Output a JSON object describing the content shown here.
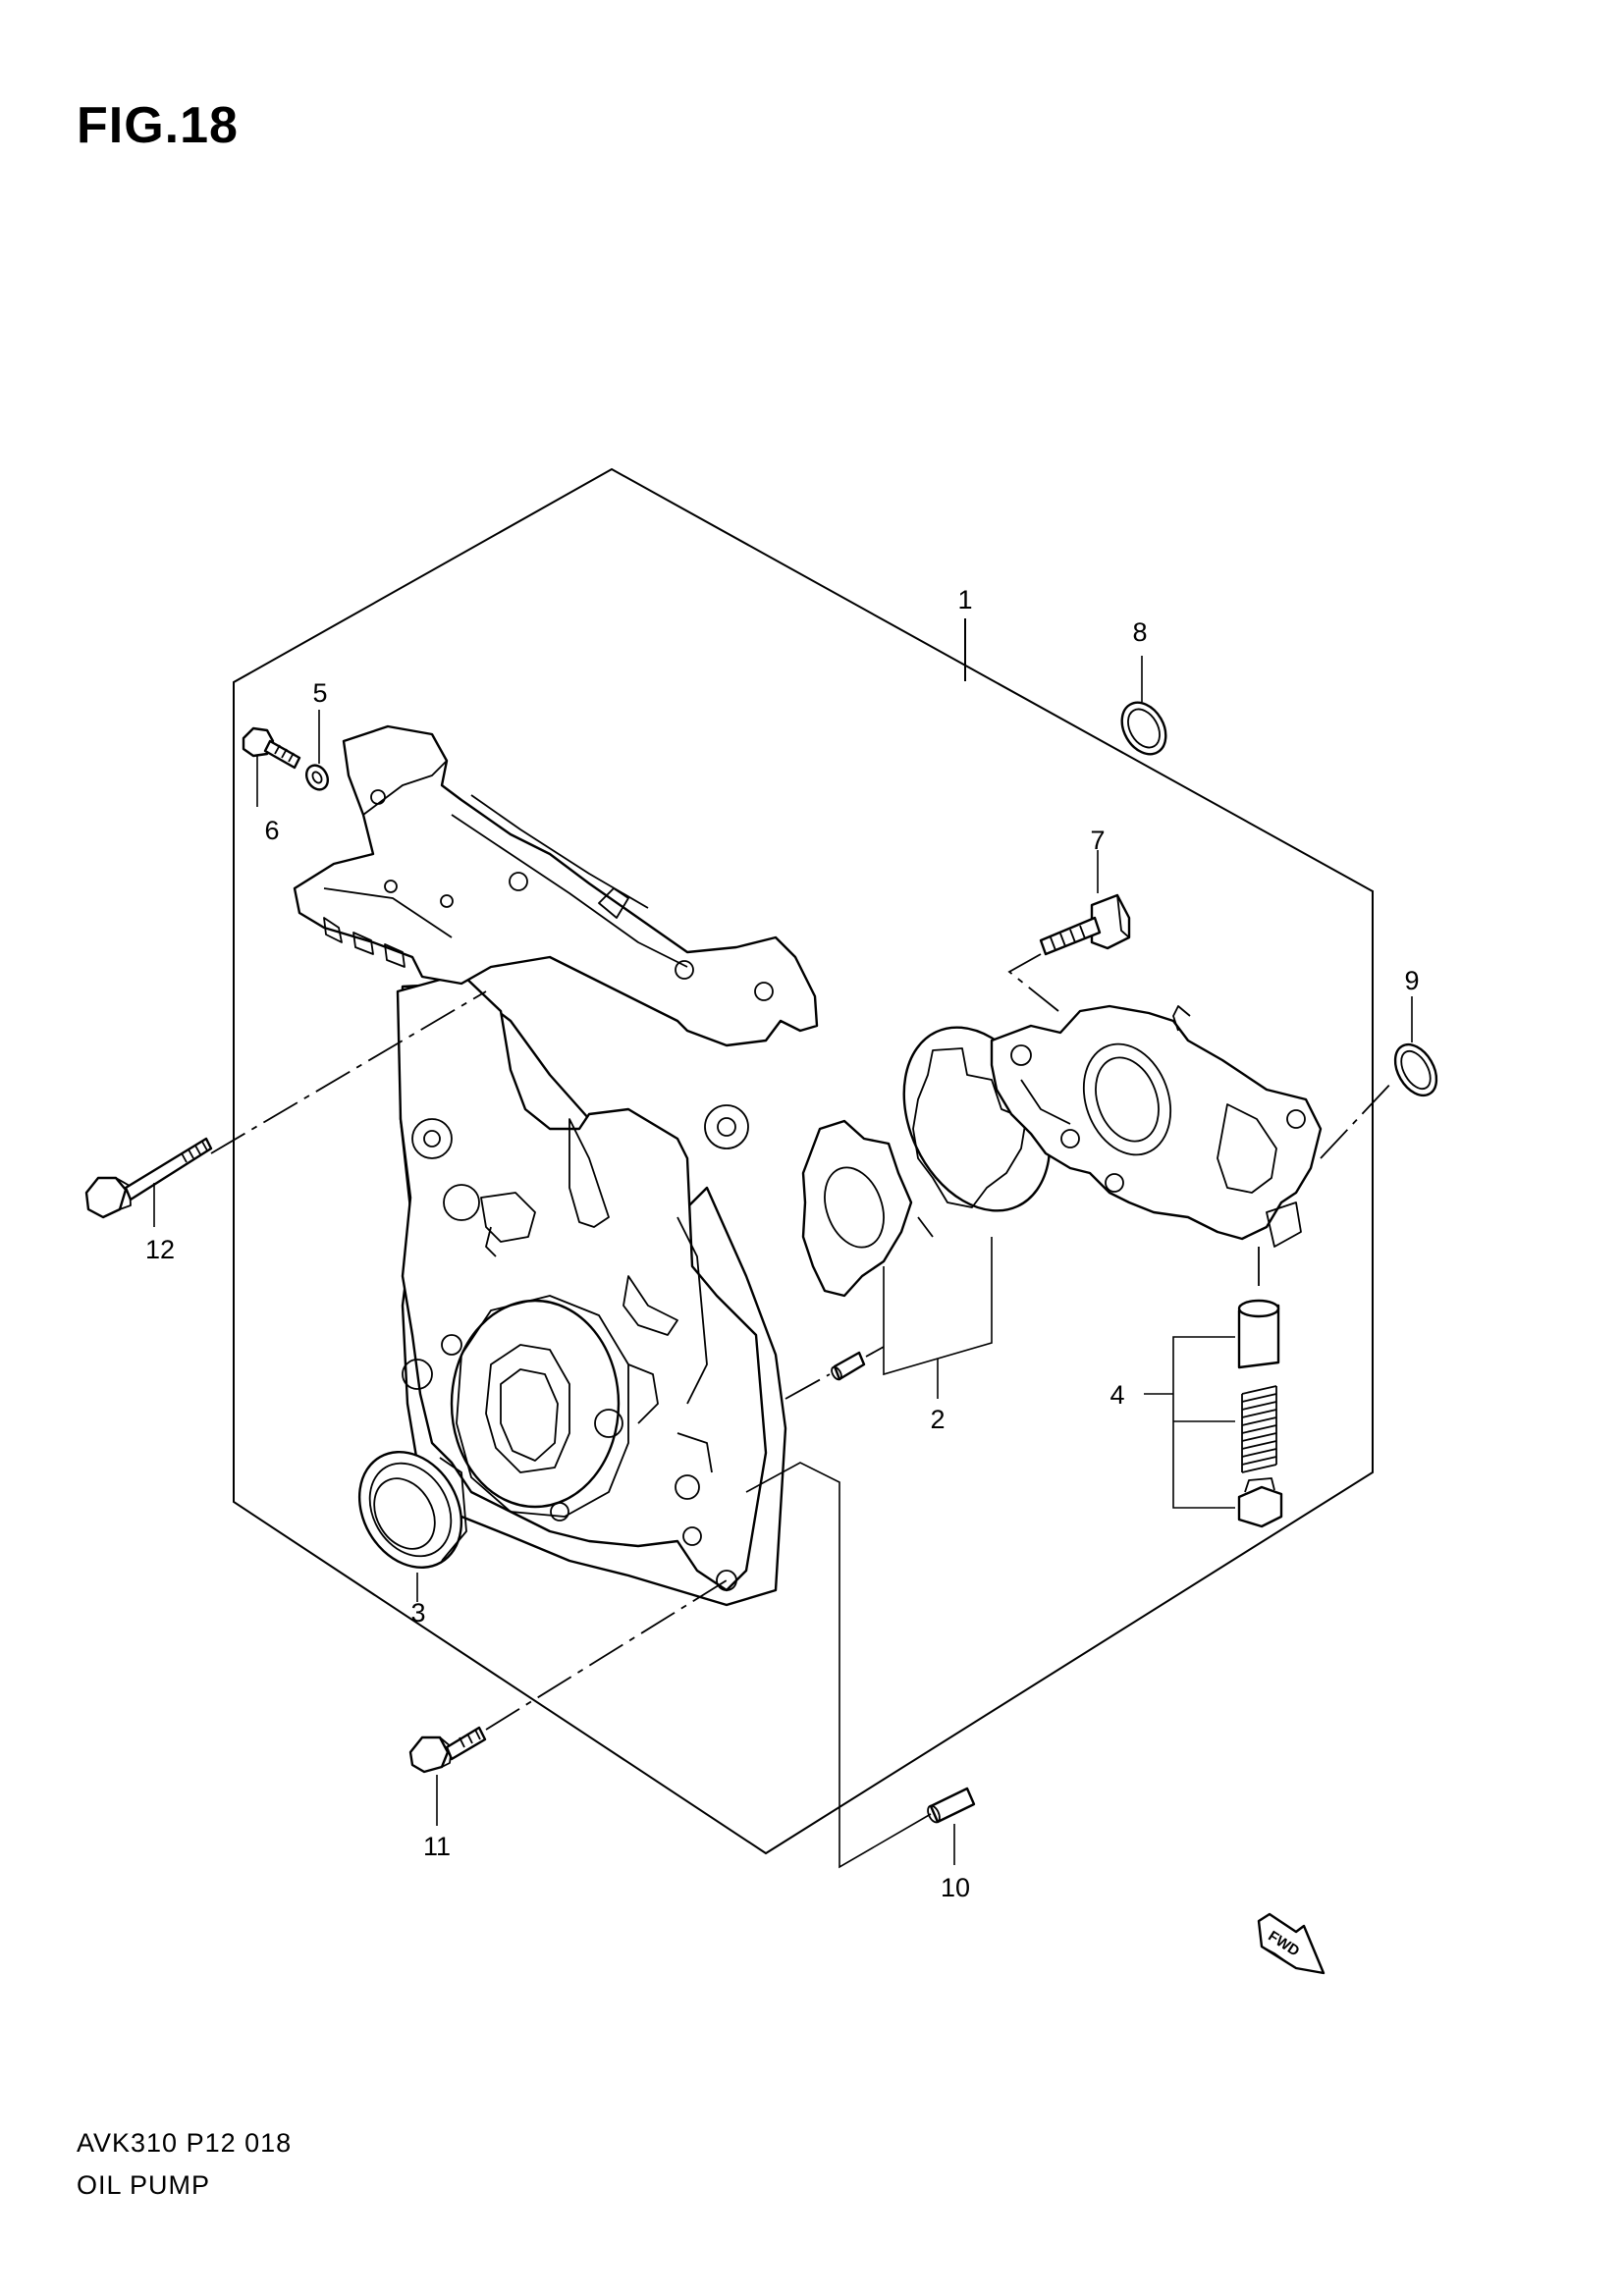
{
  "figure": {
    "title": "FIG.18"
  },
  "footer": {
    "code": "AVK310 P12 018",
    "name": "OIL PUMP"
  },
  "fwd_label": "FWD",
  "callouts": [
    {
      "id": "1",
      "label": "1"
    },
    {
      "id": "2",
      "label": "2"
    },
    {
      "id": "3",
      "label": "3"
    },
    {
      "id": "4",
      "label": "4"
    },
    {
      "id": "5",
      "label": "5"
    },
    {
      "id": "6",
      "label": "6"
    },
    {
      "id": "7",
      "label": "7"
    },
    {
      "id": "8",
      "label": "8"
    },
    {
      "id": "9",
      "label": "9"
    },
    {
      "id": "10",
      "label": "10"
    },
    {
      "id": "11",
      "label": "11"
    },
    {
      "id": "12",
      "label": "12"
    }
  ]
}
